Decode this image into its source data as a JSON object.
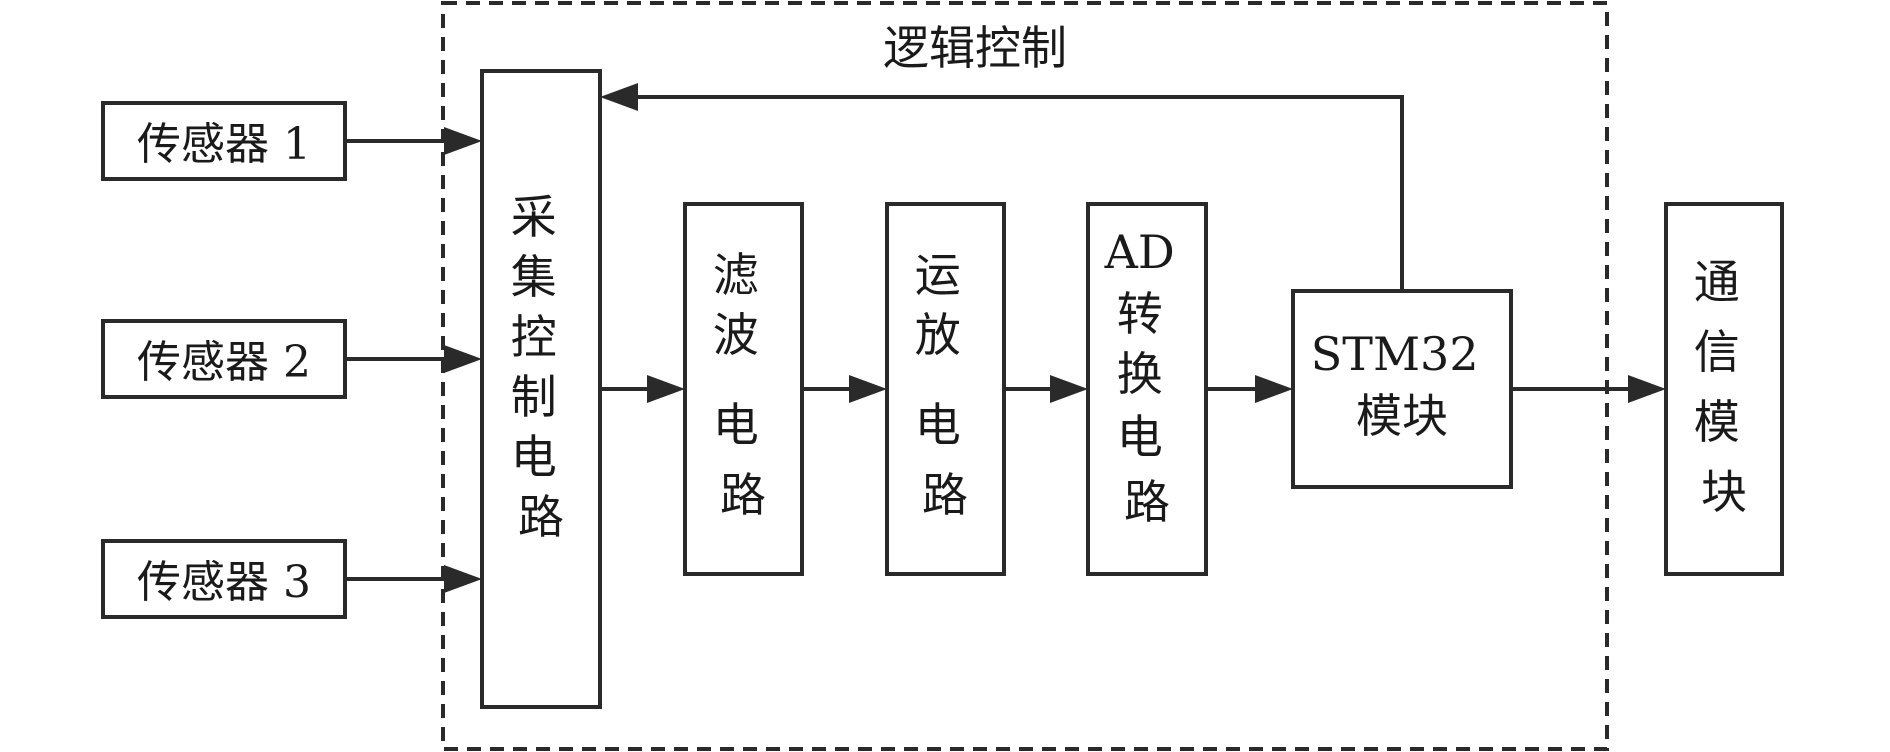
{
  "diagram": {
    "group_title": "逻辑控制",
    "sensors": {
      "s1": "传感器 1",
      "s2": "传感器 2",
      "s3": "传感器 3"
    },
    "blocks": {
      "acquisition": [
        "采",
        "集",
        "控",
        "制",
        "电",
        "路"
      ],
      "filter": [
        "滤",
        "波",
        "电",
        "路"
      ],
      "amplifier": [
        "运",
        "放",
        "电",
        "路"
      ],
      "adc": [
        "AD",
        "转",
        "换",
        "电",
        "路"
      ],
      "mcu": [
        "STM32",
        "模块"
      ],
      "comm": [
        "通",
        "信",
        "模",
        "块"
      ]
    }
  }
}
